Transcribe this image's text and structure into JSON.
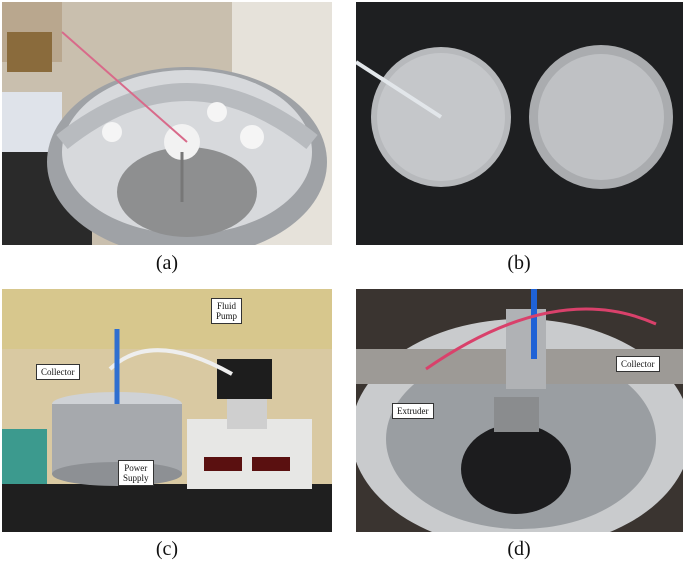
{
  "captions": {
    "a": "(a)",
    "b": "(b)",
    "c": "(c)",
    "d": "(d)"
  },
  "labels_c": {
    "fluid_pump_line1": "Fluid",
    "fluid_pump_line2": "Pump",
    "collector": "Collector",
    "power_supply_line1": "Power",
    "power_supply_line2": "Supply"
  },
  "labels_d": {
    "extruder": "Extruder",
    "collector": "Collector"
  }
}
